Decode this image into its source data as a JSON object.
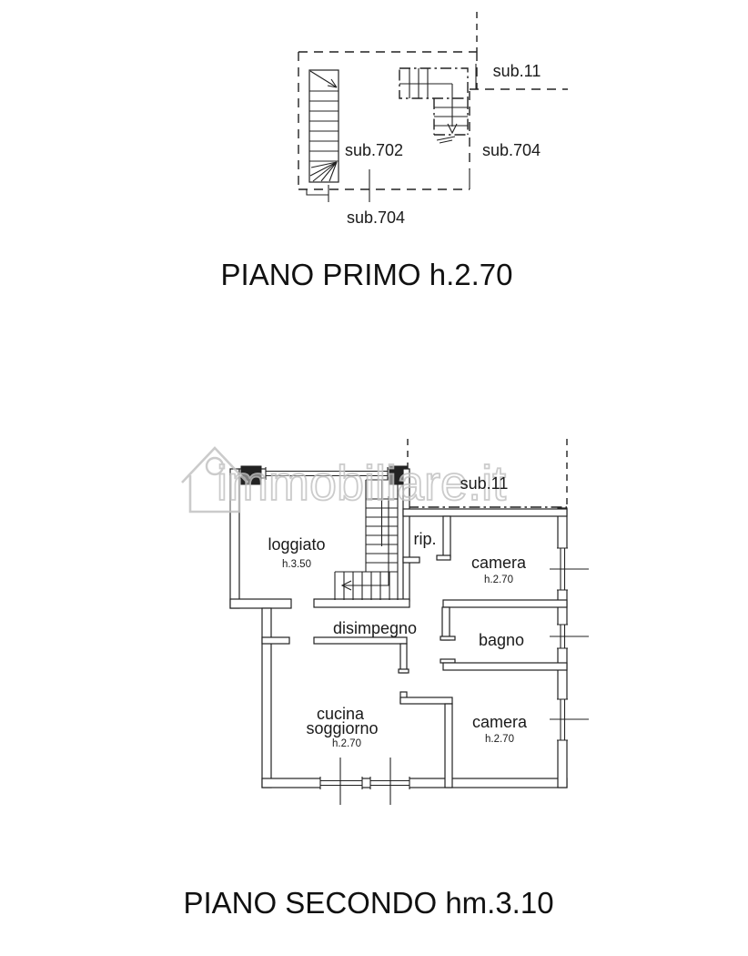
{
  "page": {
    "background": "#ffffff",
    "line_color": "#222222"
  },
  "watermark": {
    "text": "immobiliare.it",
    "color": "#c8c8c8"
  },
  "floor_plan_1": {
    "title": "PIANO PRIMO h.2.70",
    "labels": {
      "sub_11": "sub.11",
      "sub_702": "sub.702",
      "sub_704_right": "sub.704",
      "sub_704_bottom": "sub.704"
    }
  },
  "floor_plan_2": {
    "title": "PIANO SECONDO hm.3.10",
    "labels": {
      "sub_11": "sub.11"
    },
    "rooms": {
      "loggiato": {
        "name": "loggiato",
        "height": "h.3.50"
      },
      "rip": {
        "name": "rip."
      },
      "camera_1": {
        "name": "camera",
        "height": "h.2.70"
      },
      "bagno": {
        "name": "bagno"
      },
      "disimpegno": {
        "name": "disimpegno"
      },
      "cucina_soggiorno": {
        "name_line_1": "cucina",
        "name_line_2": "soggiorno",
        "height": "h.2.70"
      },
      "camera_2": {
        "name": "camera",
        "height": "h.2.70"
      }
    }
  }
}
